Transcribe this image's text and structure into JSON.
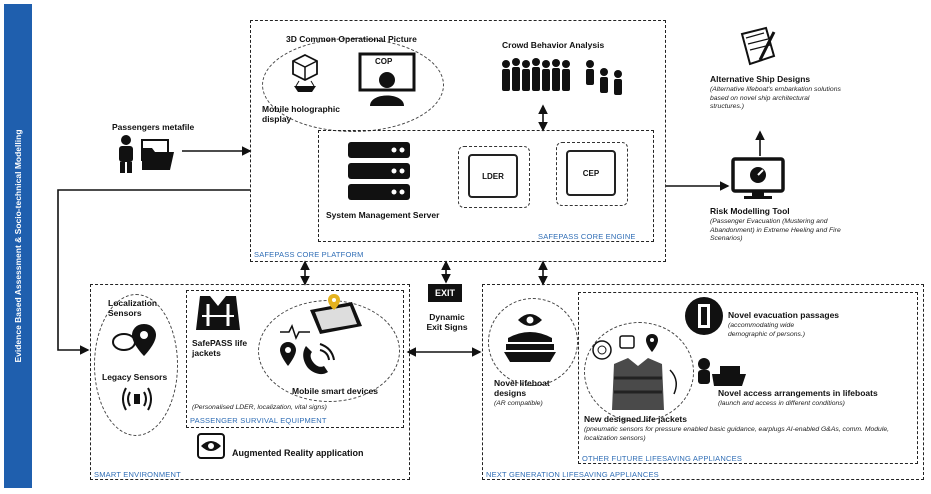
{
  "sidebar": {
    "label": "Evidence Based Assessment & Socio-technical Modelling"
  },
  "core_platform": {
    "caption": "SAFEPASS CORE PLATFORM",
    "cop_title": "3D Common Operational Picture",
    "cop_badge": "COP",
    "holo_label": "Mobile holographic display",
    "crowd_label": "Crowd Behavior Analysis"
  },
  "core_engine": {
    "caption": "SAFEPASS CORE ENGINE",
    "server_label": "System Management Server",
    "chip1": "LDER",
    "chip2": "CEP"
  },
  "passengers": {
    "label": "Passengers metafile"
  },
  "alt_ship": {
    "title": "Alternative Ship Designs",
    "desc": "(Alternative lifeboat's embarkation solutions based on novel ship architectural structures.)"
  },
  "risk": {
    "title": "Risk Modelling Tool",
    "desc": "(Passenger Evacuation (Mustering and Abandonment) in Extreme Heeling and Fire Scenarios)"
  },
  "exit": {
    "sign": "EXIT",
    "label": "Dynamic Exit Signs"
  },
  "smart_env": {
    "caption": "SMART ENVIRONMENT",
    "localization": "Localization Sensors",
    "legacy": "Legacy Sensors",
    "ar": "Augmented Reality  application"
  },
  "survival": {
    "caption": "PASSENGER SURVIVAL EQUIPMENT",
    "jackets": "SafePASS life jackets",
    "mobile": "Mobile smart devices",
    "mobile_desc": "(Personalised LDER, localization, vital signs)"
  },
  "next_gen": {
    "caption": "NEXT GENERATION LIFESAVING APPLIANCES",
    "lifeboat": "Novel lifeboat designs",
    "lifeboat_desc": "(AR compatible)"
  },
  "other": {
    "caption": "OTHER FUTURE LIFESAVING APPLIANCES",
    "evac_title": "Novel evacuation passages",
    "evac_desc": "(accommodating wide demographic of persons.)",
    "access_title": "Novel access arrangements in lifeboats",
    "access_desc": "(launch and access in different conditions)",
    "jackets_title": "New designed life jackets",
    "jackets_desc": "(pneumatic sensors for pressure enabled basic guidance, earplugs AI-enabled G&As, comm. Module, localization sensors)"
  }
}
